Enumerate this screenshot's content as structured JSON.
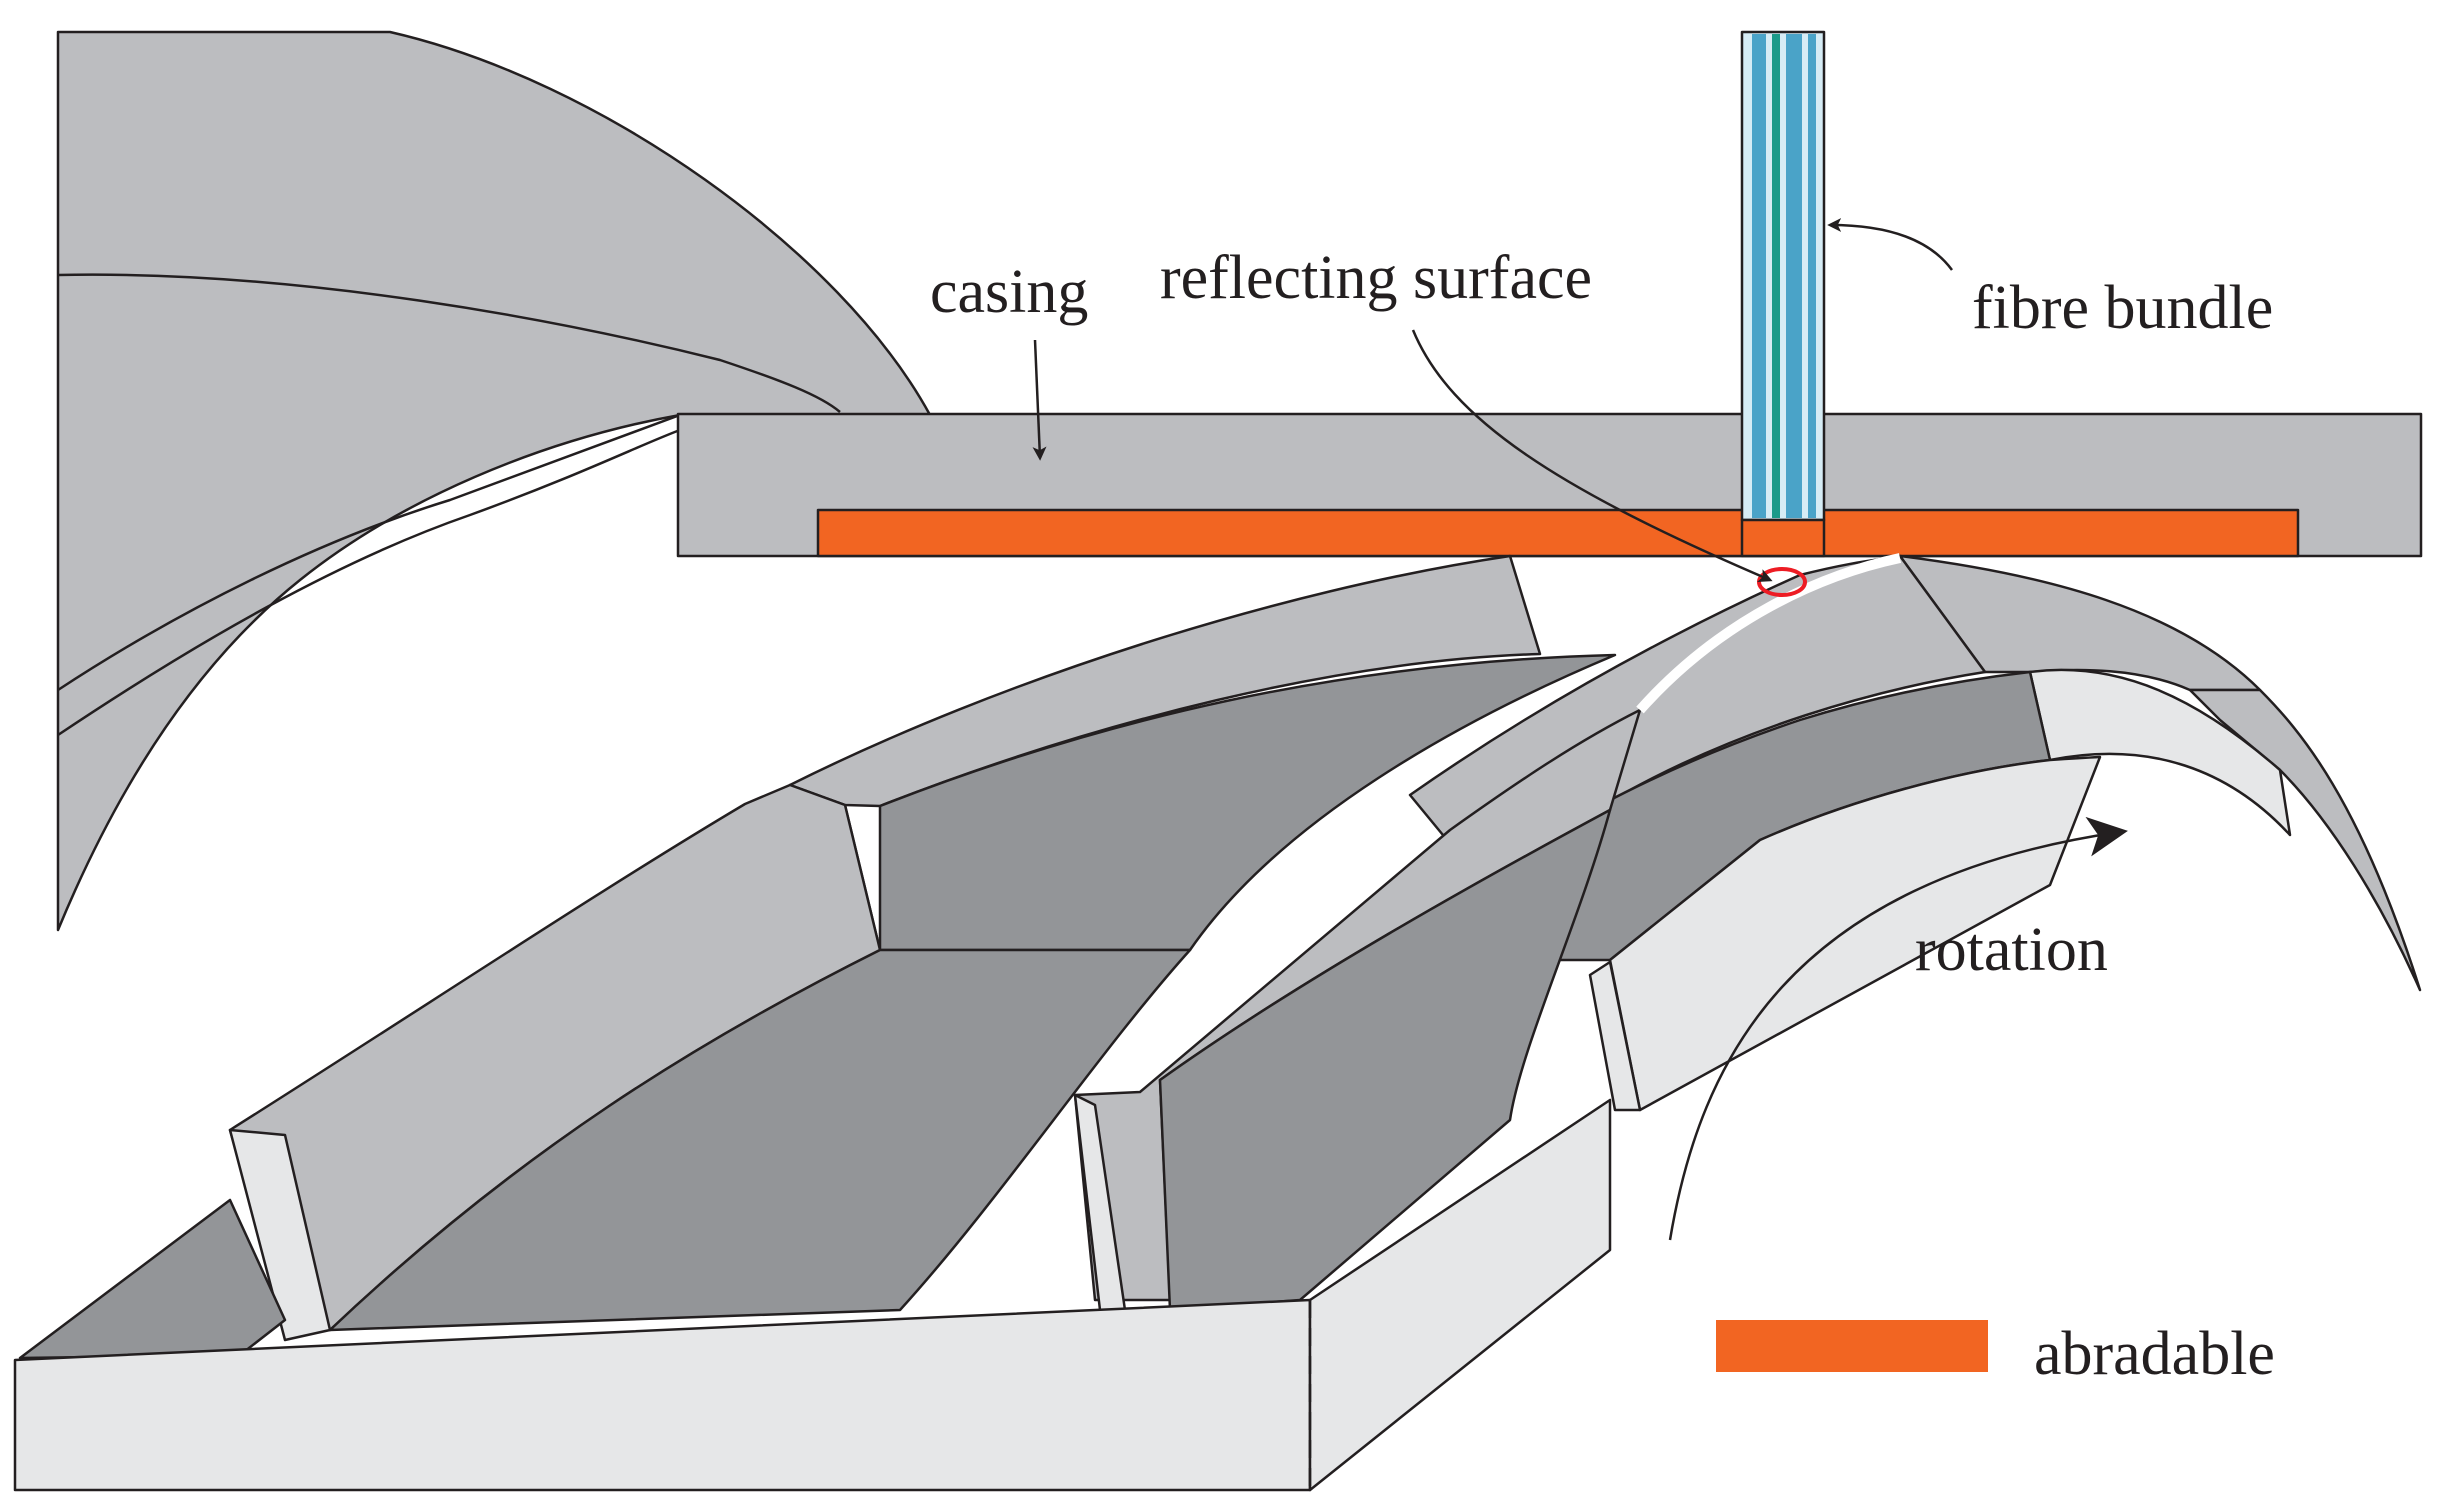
{
  "labels": {
    "casing": "casing",
    "reflecting_surface": "reflecting surface",
    "fibre_bundle": "fibre bundle",
    "rotation": "rotation",
    "abradable": "abradable"
  },
  "colors": {
    "casing_gray": "#bcbdc0",
    "blade_gray": "#bcbdc0",
    "dark_gray": "#939598",
    "light_gray": "#e6e7e8",
    "abradable_orange": "#f26522",
    "fibre_blue": "#4aa3c8",
    "fibre_light": "#d6ecf5",
    "fibre_green": "#1b9a8a",
    "highlight_red": "#ed1c24",
    "outline": "#231f20"
  },
  "icons": {
    "casing_arrow": "arrow-down-icon",
    "reflecting_arrow": "curved-arrow-icon",
    "fibre_arrow": "curved-arrow-left-icon",
    "rotation_arrow": "rotation-arrow-icon",
    "highlight": "circle-highlight-icon"
  }
}
